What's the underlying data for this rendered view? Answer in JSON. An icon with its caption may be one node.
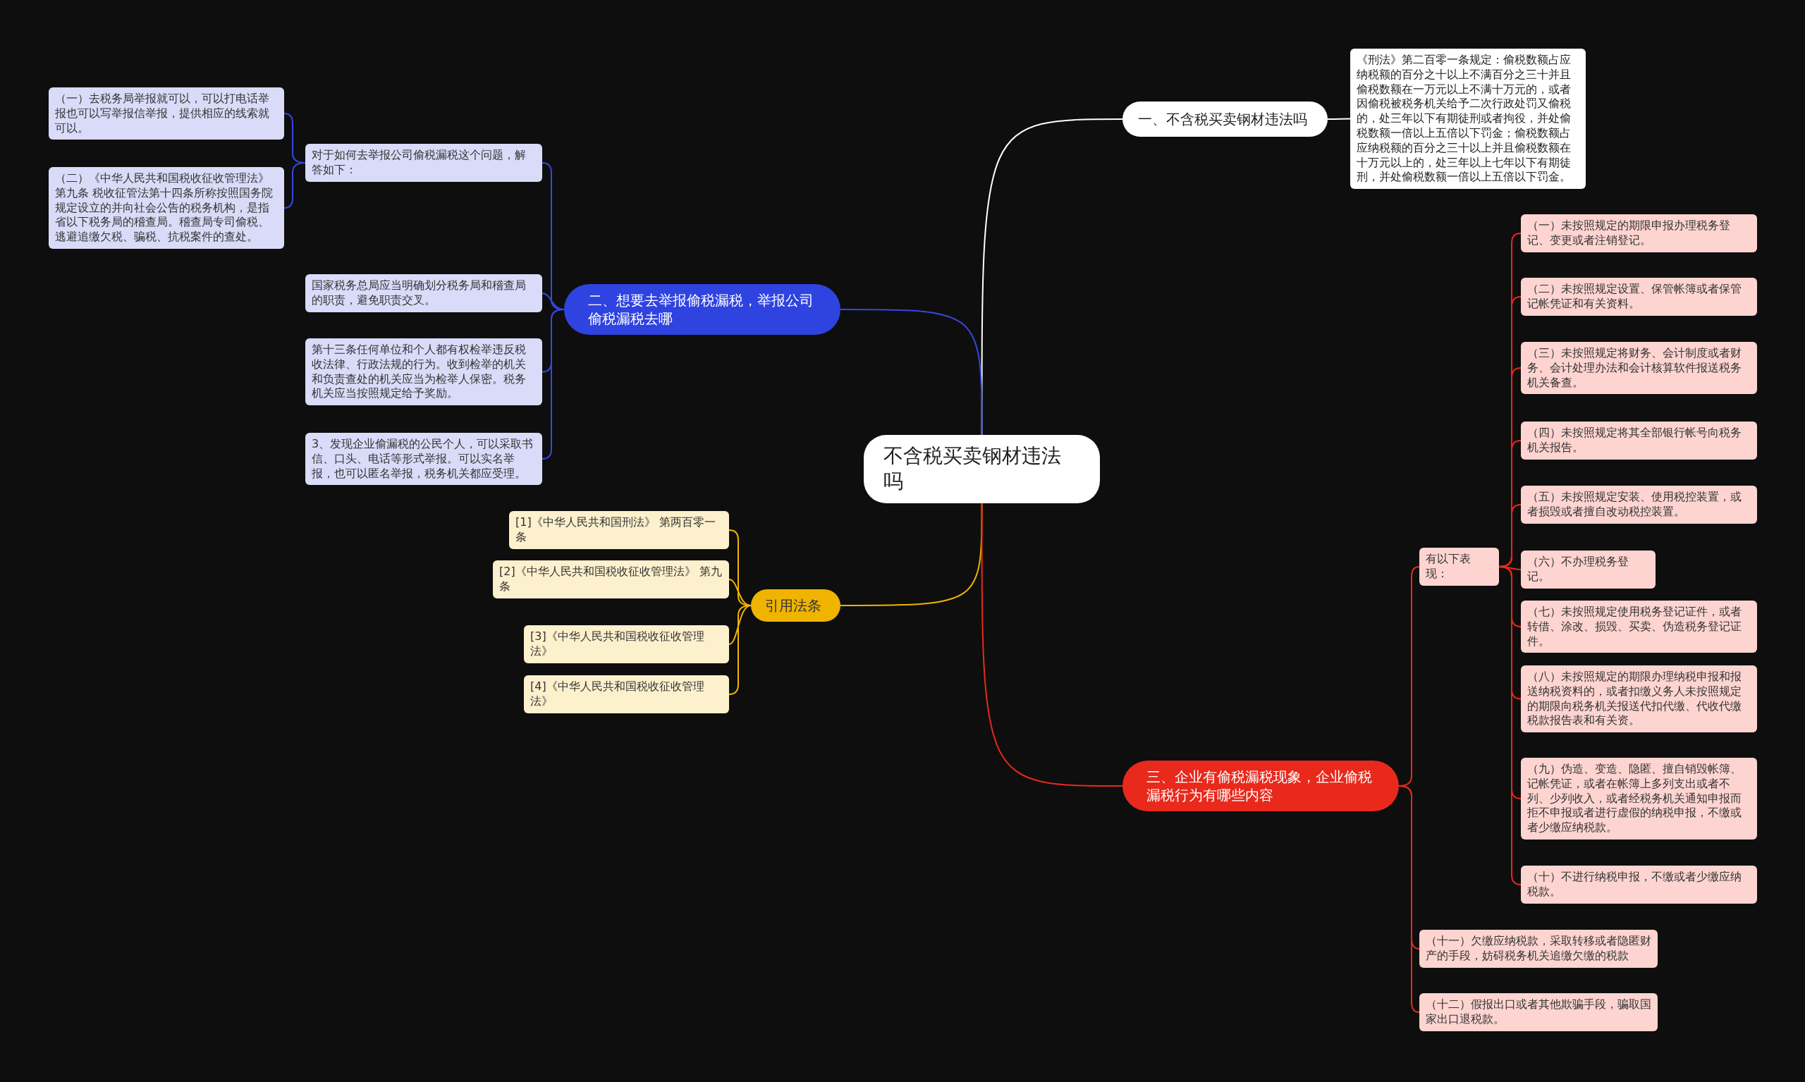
{
  "diagram": {
    "nodes": [
      {
        "text": [
          "不含税买卖钢材违法吗"
        ]
      },
      {
        "text": [
          "一、不含税买卖钢材违法吗"
        ]
      },
      {
        "text": [
          "《刑法》第二百零一条规定：偷税数额占应纳税额的百分之十以上不满百分之三十并且偷税数额在一万元以上不满十万元的，或者因偷税被税务机关给予二次行政处罚又偷税的，处三年以下有期徒刑或者拘役，并处偷税数额一倍以上五倍以下罚金；偷税数额占应纳税额的百分之三十以上并且偷税数额在十万元以上的，处三年以上七年以下有期徒刑，并处偷税数额一倍以上五倍以下罚金。"
        ]
      },
      {
        "text": [
          "二、想要去举报偷税漏税，举报公司偷税漏税去哪"
        ]
      },
      {
        "text": [
          "对于如何去举报公司偷税漏税这个问题，解答如下："
        ]
      },
      {
        "text": [
          "（一）去税务局举报就可以，可以打电话举报也可以写举报信举报，提供相应的线索就可以。"
        ]
      },
      {
        "text": [
          "（二）《中华人民共和国税收征收管理法》第九条 税收征管法第十四条所称按照国务院规定设立的并向社会公告的税务机构，是指省以下税务局的稽查局。稽查局专司偷税、逃避追缴欠税、骗税、抗税案件的查处。"
        ]
      },
      {
        "text": [
          "国家税务总局应当明确划分税务局和稽查局的职责，避免职责交叉。"
        ]
      },
      {
        "text": [
          "第十三条任何单位和个人都有权检举违反税收法律、行政法规的行为。收到检举的机关和负责查处的机关应当为检举人保密。税务机关应当按照规定给予奖励。"
        ]
      },
      {
        "text": [
          "3、发现企业偷漏税的公民个人，可以采取书信、口头、电话等形式举报。可以实名举报，也可以匿名举报，税务机关都应受理。"
        ]
      },
      {
        "text": [
          "引用法条"
        ]
      },
      {
        "text": [
          "[1]《中华人民共和国刑法》 第两百零一条"
        ]
      },
      {
        "text": [
          "[2]《中华人民共和国税收征收管理法》 第九条"
        ]
      },
      {
        "text": [
          "[3]《中华人民共和国税收征收管理法》"
        ]
      },
      {
        "text": [
          "[4]《中华人民共和国税收征收管理法》"
        ]
      },
      {
        "text": [
          "三、企业有偷税漏税现象，企业偷税漏税行为有哪些内容"
        ]
      },
      {
        "text": [
          "有以下表现："
        ]
      },
      {
        "text": [
          "（一）未按照规定的期限申报办理税务登记、变更或者注销登记。"
        ]
      },
      {
        "text": [
          "（二）未按照规定设置、保管帐簿或者保管记帐凭证和有关资料。"
        ]
      },
      {
        "text": [
          "（三）未按照规定将财务、会计制度或者财务、会计处理办法和会计核算软件报送税务机关备查。"
        ]
      },
      {
        "text": [
          "（四）未按照规定将其全部银行帐号向税务机关报告。"
        ]
      },
      {
        "text": [
          "（五）未按照规定安装、使用税控装置，或者损毁或者擅自改动税控装置。"
        ]
      },
      {
        "text": [
          "（六）不办理税务登记。"
        ]
      },
      {
        "text": [
          "（七）未按照规定使用税务登记证件，或者转借、涂改、损毁、买卖、伪造税务登记证件。"
        ]
      },
      {
        "text": [
          "（八）未按照规定的期限办理纳税申报和报送纳税资料的，或者扣缴义务人未按照规定的期限向税务机关报送代扣代缴、代收代缴税款报告表和有关资。"
        ]
      },
      {
        "text": [
          "（九）伪造、变造、隐匿、擅自销毁帐簿、记帐凭证，或者在帐簿上多列支出或者不列、少列收入，或者经税务机关通知申报而拒不申报或者进行虚假的纳税申报，不缴或者少缴应纳税款。"
        ]
      },
      {
        "text": [
          "（十）不进行纳税申报，不缴或者少缴应纳税款。"
        ]
      },
      {
        "text": [
          "（十一）欠缴应纳税款，采取转移或者隐匿财产的手段，妨碍税务机关追缴欠缴的税款"
        ]
      },
      {
        "text": [
          "（十二）假报出口或者其他欺骗手段，骗取国家出口退税款。"
        ]
      }
    ],
    "edges": [
      {
        "from": 0,
        "to": 1,
        "arrow": "none",
        "color": "#ffffff"
      },
      {
        "from": 1,
        "to": 2,
        "arrow": "none",
        "color": "#ffffff"
      },
      {
        "from": 0,
        "to": 3,
        "arrow": "none",
        "color": "#3548e0"
      },
      {
        "from": 3,
        "to": 4,
        "arrow": "none",
        "color": "#3548e0"
      },
      {
        "from": 4,
        "to": 5,
        "arrow": "none",
        "color": "#3548e0"
      },
      {
        "from": 4,
        "to": 6,
        "arrow": "none",
        "color": "#3548e0"
      },
      {
        "from": 3,
        "to": 7,
        "arrow": "none",
        "color": "#3548e0"
      },
      {
        "from": 3,
        "to": 8,
        "arrow": "none",
        "color": "#3548e0"
      },
      {
        "from": 3,
        "to": 9,
        "arrow": "none",
        "color": "#3548e0"
      },
      {
        "from": 0,
        "to": 10,
        "arrow": "none",
        "color": "#f0b400"
      },
      {
        "from": 10,
        "to": 11,
        "arrow": "none",
        "color": "#f0b400"
      },
      {
        "from": 10,
        "to": 12,
        "arrow": "none",
        "color": "#f0b400"
      },
      {
        "from": 10,
        "to": 13,
        "arrow": "none",
        "color": "#f0b400"
      },
      {
        "from": 10,
        "to": 14,
        "arrow": "none",
        "color": "#f0b400"
      },
      {
        "from": 0,
        "to": 15,
        "arrow": "none"
      },
      {
        "from": 15,
        "to": 16,
        "arrow": "none"
      },
      {
        "from": 16,
        "to": 17,
        "arrow": "none"
      },
      {
        "from": 16,
        "to": 18,
        "arrow": "none"
      },
      {
        "from": 16,
        "to": 19,
        "arrow": "none"
      },
      {
        "from": 16,
        "to": 20,
        "arrow": "none"
      },
      {
        "from": 16,
        "to": 21,
        "arrow": "none"
      },
      {
        "from": 16,
        "to": 22,
        "arrow": "none"
      },
      {
        "from": 16,
        "to": 23,
        "arrow": "none"
      },
      {
        "from": 16,
        "to": 24,
        "arrow": "none"
      },
      {
        "from": 16,
        "to": 25,
        "arrow": "none"
      },
      {
        "from": 16,
        "to": 26,
        "arrow": "none"
      },
      {
        "from": 15,
        "to": 27,
        "arrow": "none"
      },
      {
        "from": 15,
        "to": 28,
        "arrow": "none"
      }
    ]
  }
}
